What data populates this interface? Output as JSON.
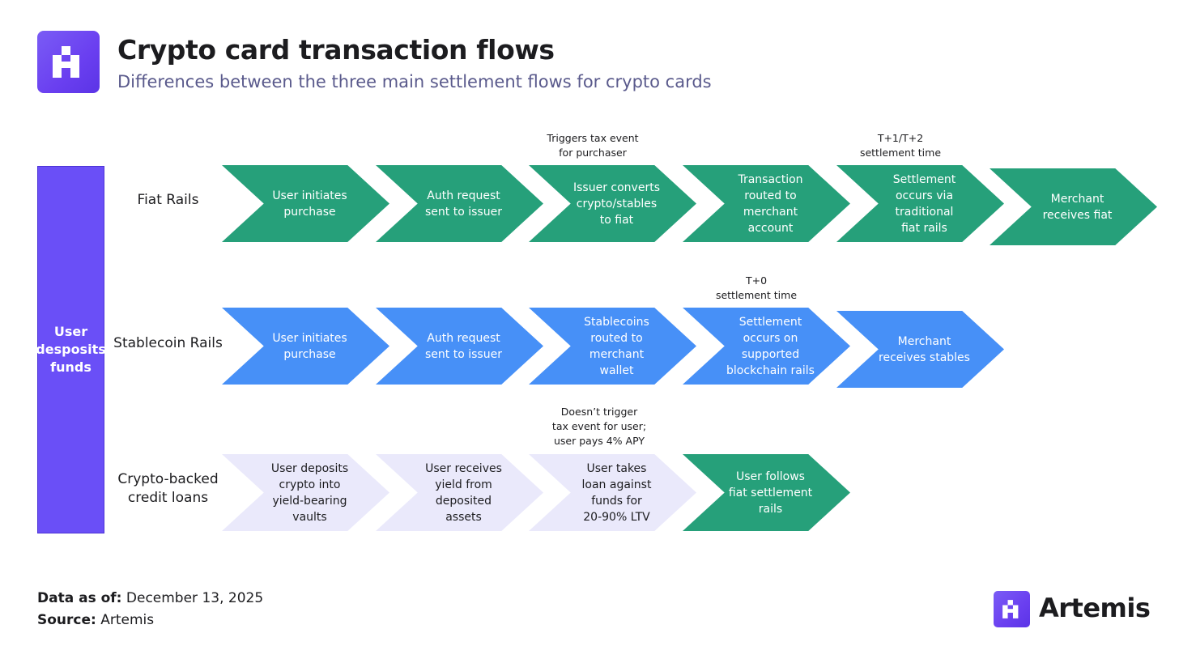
{
  "header": {
    "title": "Crypto card transaction flows",
    "subtitle": "Differences between the three main settlement flows for crypto cards"
  },
  "left_bar": {
    "text": "User\ndesposits\nfunds"
  },
  "rows": [
    {
      "label": "Fiat Rails",
      "color": "#26a07a",
      "steps": [
        "User initiates\npurchase",
        "Auth request\nsent to issuer",
        "Issuer converts\ncrypto/stables\nto fiat",
        "Transaction\nrouted to\nmerchant\naccount",
        "Settlement\noccurs via\ntraditional\nfiat rails",
        "Merchant\nreceives fiat"
      ],
      "notes": {
        "2": "Triggers tax event\nfor purchaser",
        "4": "T+1/T+2\nsettlement time"
      }
    },
    {
      "label": "Stablecoin Rails",
      "color": "#4790f7",
      "steps": [
        "User initiates\npurchase",
        "Auth request\nsent to issuer",
        "Stablecoins\nrouted to\nmerchant\nwallet",
        "Settlement\noccurs on\nsupported\nblockchain rails",
        "Merchant\nreceives stables"
      ],
      "notes": {
        "3": "T+0\nsettlement time"
      }
    },
    {
      "label": "Crypto-backed\ncredit loans",
      "color": "#eae9fb",
      "steps": [
        "User deposits\ncrypto into\nyield-bearing\nvaults",
        "User receives\nyield from\ndeposited\nassets",
        "User takes\nloan against\nfunds for\n20-90% LTV",
        "User follows\nfiat settlement\nrails"
      ],
      "notes": {
        "2": "Doesn’t trigger\ntax event for user;\nuser pays 4% APY"
      }
    }
  ],
  "footer": {
    "data_as_of_label": "Data as of:",
    "data_as_of_value": "December 13, 2025",
    "source_label": "Source:",
    "source_value": "Artemis"
  },
  "brand": {
    "name": "Artemis",
    "icon": "artemis-logo-icon",
    "accent": "#6a4ff7"
  },
  "colors": {
    "green": "#26a07a",
    "blue": "#4790f7",
    "lavender": "#eae9fb",
    "purple": "#6a4ff7"
  }
}
